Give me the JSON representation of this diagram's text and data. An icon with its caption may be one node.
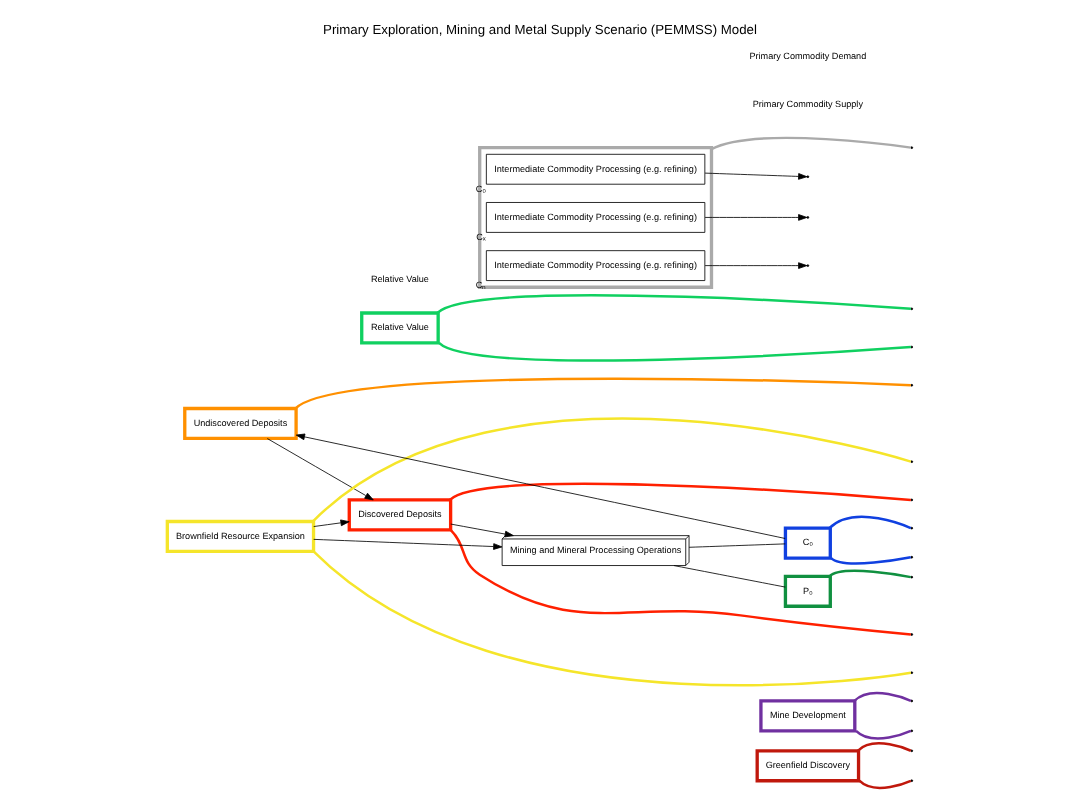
{
  "diagram": {
    "title": "Primary Exploration, Mining and Metal Supply Scenario (PEMMSS) Model",
    "nodes": [
      {
        "text": [
          "Greenfield Discovery"
        ]
      },
      {
        "text": [
          "Mine Development"
        ]
      },
      {
        "text": [
          "Undiscovered Deposits"
        ]
      },
      {
        "text": [
          "Relative Value"
        ]
      },
      {
        "text": [
          "Discovered Deposits"
        ]
      },
      {
        "text": [
          "Brownfield Resource Expansion"
        ]
      },
      {
        "text": [
          "Relative Value"
        ]
      },
      {
        "text": [
          "Mining and Mineral Processing Operations"
        ]
      },
      {
        "text": [
          "C₀"
        ]
      },
      {
        "text": [
          "P₀"
        ]
      },
      {
        "text": [],
        "shape": "box"
      },
      {
        "text": [
          "Intermediate Commodity Processing (e.g. refining)"
        ],
        "in": 10,
        "beside": [
          "C₀"
        ]
      },
      {
        "text": [
          "Intermediate Commodity Processing (e.g. refining)"
        ],
        "in": 10,
        "beside": [
          "Cₓ"
        ]
      },
      {
        "text": [
          "Intermediate Commodity Processing (e.g. refining)"
        ],
        "in": 10,
        "beside": [
          "Cₙ"
        ]
      }
    ],
    "edges": [
      {
        "from": 2,
        "to": 4,
        "arrow": "to"
      },
      {
        "from": 4,
        "to": 7,
        "arrow": "to"
      },
      {
        "from": 5,
        "to": 4,
        "arrow": "to"
      },
      {
        "from": 5,
        "to": 7,
        "arrow": "to"
      },
      {
        "from": 7,
        "to": 8,
        "arrow": "none"
      },
      {
        "from": 7,
        "to": 9,
        "arrow": "none"
      },
      {
        "from": 8,
        "to": 2,
        "arrow": "to"
      },
      {
        "from": 11,
        "to": null,
        "arrow": "to"
      },
      {
        "from": 12,
        "to": null,
        "arrow": "to"
      },
      {
        "from": 13,
        "to": null,
        "arrow": "to"
      },
      {
        "from": 0,
        "to": null,
        "arrow": "none",
        "color": "#c0180c"
      },
      {
        "from": 0,
        "to": null,
        "arrow": "none",
        "color": "#c0180c"
      },
      {
        "from": 1,
        "to": null,
        "arrow": "none",
        "color": "#7030a0"
      },
      {
        "from": 1,
        "to": null,
        "arrow": "none",
        "color": "#7030a0"
      },
      {
        "from": 3,
        "to": null,
        "arrow": "none",
        "color": "#10d060"
      },
      {
        "from": 3,
        "to": null,
        "arrow": "none",
        "color": "#10d060"
      },
      {
        "from": 2,
        "to": null,
        "arrow": "none",
        "color": "#ff9000"
      },
      {
        "from": 4,
        "to": null,
        "arrow": "none",
        "color": "#ff2000"
      },
      {
        "from": 4,
        "to": null,
        "arrow": "none",
        "color": "#ff2000"
      },
      {
        "from": 5,
        "to": null,
        "arrow": "none",
        "color": "#f5e52a"
      },
      {
        "from": 5,
        "to": null,
        "arrow": "none",
        "color": "#f5e52a"
      },
      {
        "from": 8,
        "to": null,
        "arrow": "none",
        "color": "#1040e0"
      },
      {
        "from": 8,
        "to": null,
        "arrow": "none",
        "color": "#1040e0"
      },
      {
        "from": 9,
        "to": null,
        "arrow": "none",
        "color": "#109040"
      },
      {
        "from": 10,
        "to": null,
        "arrow": "none",
        "color": "#aaaaaa"
      }
    ],
    "labels": [
      "Primary Commodity Supply",
      "Primary Commodity Demand"
    ]
  }
}
